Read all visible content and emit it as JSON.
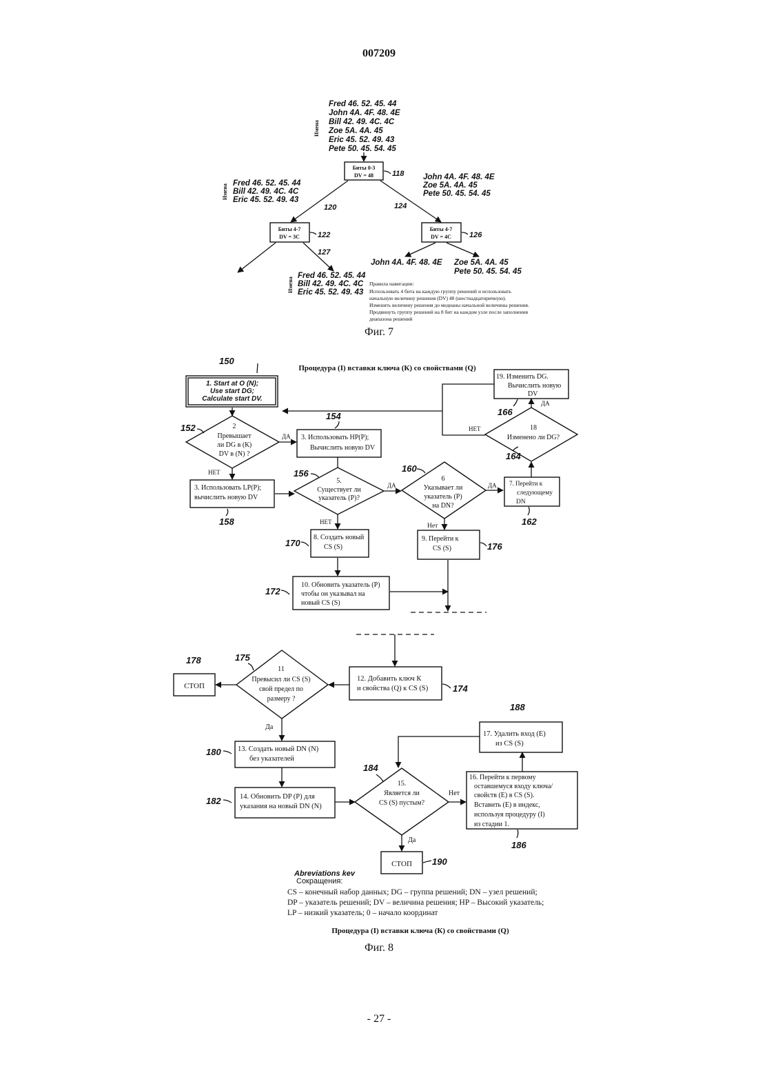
{
  "header": {
    "doc_number": "007209",
    "page_number": "- 27 -"
  },
  "fig7": {
    "caption": "Фиг. 7",
    "names_label": "Имена",
    "root_list": [
      "Fred  46. 52. 45. 44",
      "John  4A. 4F. 48. 4E",
      "Bill   42. 49. 4C. 4C",
      "Zoe   5A. 4A. 45",
      "Eric   45. 52. 49. 43",
      "Pete  50. 45. 54. 45"
    ],
    "left_list": [
      "Fred  46. 52. 45. 44",
      "Bill   42. 49. 4C. 4C",
      "Eric   45. 52. 49. 43"
    ],
    "right_list": [
      "John  4A. 4F. 48. 4E",
      "Zoe   5A. 4A. 45",
      "Pete  50. 45. 54. 45"
    ],
    "bottom_left_list": [
      "Fred 46. 52. 45. 44",
      "Bill   42. 49. 4C. 4C",
      "Eric   45. 52. 49. 43"
    ],
    "bottom_right_john": "John 4A. 4F. 48. 4E",
    "bottom_right_zoe": "Zoe  5A. 4A. 45",
    "bottom_right_pete": "Pete 50. 45. 54. 45",
    "node118": {
      "line1": "Биты 0-3",
      "line2": "DV = 48",
      "ref": "118"
    },
    "node122": {
      "line1": "Биты 4-7",
      "line2": "DV = 3C",
      "ref": "122"
    },
    "node126": {
      "line1": "Биты 4-7",
      "line2": "DV = 4C",
      "ref": "126"
    },
    "ref120": "120",
    "ref124": "124",
    "ref127": "127",
    "rules": [
      "Правила навигации:",
      "Использовать 4 бита на  каждую группу решений и использовать",
      "начальную величину решения  (DV) 48 (шестнадцатиричную).",
      "Изменить величину решения до медианы начальной величины решения.",
      "Продвинуть группу решений на 8 бит на каждом узле после заполнения",
      "диапазона решений"
    ]
  },
  "fig8": {
    "caption": "Фиг. 8",
    "title": "Процедура (I) вставки ключа (К) со свойствами (Q)",
    "footer_title": "Процедура (I) вставки ключа (К) со свойствами (Q)",
    "refs": {
      "r150": "150",
      "r152": "152",
      "r154": "154",
      "r156": "156",
      "r158": "158",
      "r160": "160",
      "r162": "162",
      "r164": "164",
      "r166": "166",
      "r170": "170",
      "r172": "172",
      "r174": "174",
      "r175": "175",
      "r176": "176",
      "r178": "178",
      "r180": "180",
      "r182": "182",
      "r184": "184",
      "r186": "186",
      "r188": "188",
      "r190": "190"
    },
    "s1": [
      "1. Start at O (N);",
      "Use start DG;",
      "Calculate start DV."
    ],
    "s2": [
      "2",
      "Превышает",
      "ли DG в (К)",
      "DV в (N) ?"
    ],
    "s3": [
      "3. Использовать HP(P);",
      "Вычислить новую DV"
    ],
    "s3b": [
      "3. Использовать LP(P);",
      "вычислить новую DV"
    ],
    "s5": [
      "5.",
      "Существует ли",
      "указатель (Р)?"
    ],
    "s6": [
      "6",
      "Указывает ли",
      "указатель (Р)",
      "на DN?"
    ],
    "s7": [
      "7. Перейти к",
      "следующему",
      "DN"
    ],
    "s8": [
      "8. Создать новый",
      "CS (S)"
    ],
    "s9": [
      "9. Перейти к",
      "CS (S)"
    ],
    "s10": [
      "10. Обновить указатель (Р)",
      "чтобы он указывал на",
      "новый CS (S)"
    ],
    "s11": [
      "11",
      "Превысил ли CS (S)",
      "свой предел по",
      "размеру ?"
    ],
    "s12": [
      "12. Добавить ключ К",
      "и свойства (Q) к CS (S)"
    ],
    "s13": [
      "13. Создать новый DN (N)",
      "без указателей"
    ],
    "s14": [
      "14. Обновить DP (P) для",
      "указания на новый DN (N)"
    ],
    "s15": [
      "15.",
      "Является ли",
      "CS (S) пустым?"
    ],
    "s16": [
      "16. Перейти к первому",
      "оставшемуся входу ключа/",
      "свойств (Е) в CS (S).",
      "Вставить (Е) в индекс,",
      "используя процедуру (I)",
      "из стадии 1."
    ],
    "s17": [
      "17. Удалить вход (Е)",
      "из CS (S)"
    ],
    "s18": [
      "18",
      "Изменено ли DG?"
    ],
    "s19": [
      "19. Изменить DG.",
      "Вычислить новую",
      "DV"
    ],
    "stop": "СТОП",
    "lbl_da_caps": "ДА",
    "lbl_net_caps": "НЕТ",
    "lbl_da": "Да",
    "lbl_net": "Нет",
    "abbrev": [
      "Abreviations kev",
      "Сокращения:",
      "CS – конечный набор данных; DG – группа решений; DN – узел решений;",
      "DP – указатель решений; DV – величина решения; HP – Высокий указатель;",
      "LP – низкий указатель; 0 – начало координат"
    ]
  }
}
